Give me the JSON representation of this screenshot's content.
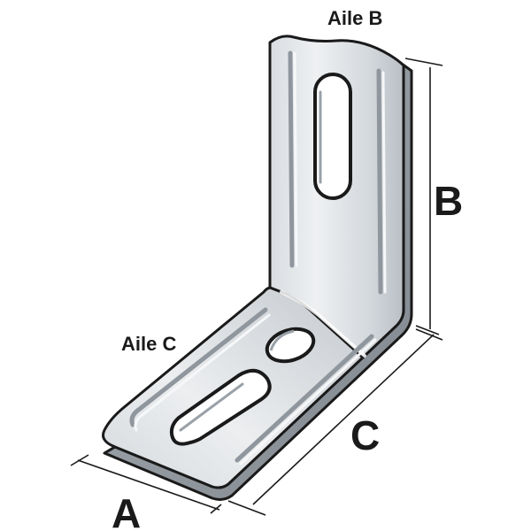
{
  "labels": {
    "aile_b": "Aile B",
    "aile_c": "Aile C",
    "dim_a": "A",
    "dim_b": "B",
    "dim_c": "C"
  },
  "colors": {
    "metal_light": "#e4e7ea",
    "metal_mid": "#c9ced3",
    "metal_dark": "#9aa1a8",
    "outline": "#1a1a1a",
    "text": "#1a1a1a"
  }
}
